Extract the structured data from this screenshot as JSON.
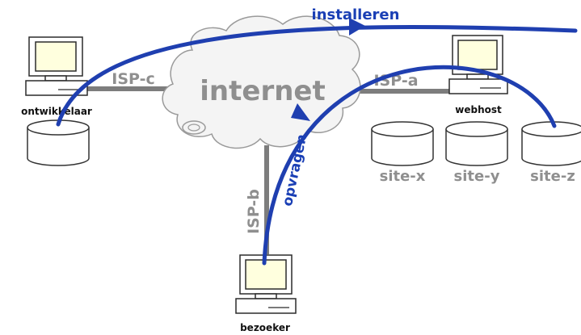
{
  "nodes": {
    "developer": "ontwikkelaar",
    "webhost": "webhost",
    "visitor": "bezoeker"
  },
  "cloud": {
    "label": "internet"
  },
  "links": {
    "isp_c": "ISP-c",
    "isp_a": "ISP-a",
    "isp_b": "ISP-b"
  },
  "sites": [
    "site-x",
    "site-y",
    "site-z"
  ],
  "arrows": {
    "install": "installeren",
    "request": "opvragen"
  },
  "colors": {
    "arrow": "#1f3fb0",
    "link": "#7d7d7d",
    "label_grey": "#8f8f8f",
    "screen": "#ffffde"
  }
}
